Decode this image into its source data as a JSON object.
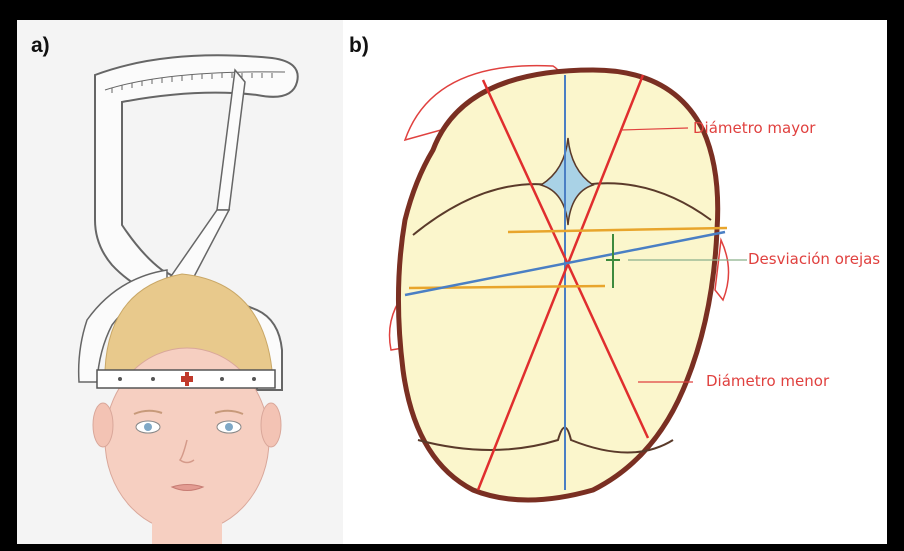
{
  "panels": {
    "a": {
      "label": "a)"
    },
    "b": {
      "label": "b)"
    }
  },
  "annotations": {
    "major_diameter": "Diámetro mayor",
    "ear_deviation": "Desviación orejas",
    "minor_diameter": "Diámetro menor"
  },
  "colors": {
    "annotation": "#e0413f",
    "skull_fill": "#fbf6cc",
    "skull_outline": "#7a2f22",
    "diagonal_lines": "#e02e2e",
    "midline": "#4a7fc4",
    "ear_line": "#e8a52c",
    "fontanelle": "#a9d2e6",
    "hair": "#e8c98c",
    "skin": "#f6cfc1"
  },
  "icons": [
    "cranial-caliper-icon"
  ]
}
